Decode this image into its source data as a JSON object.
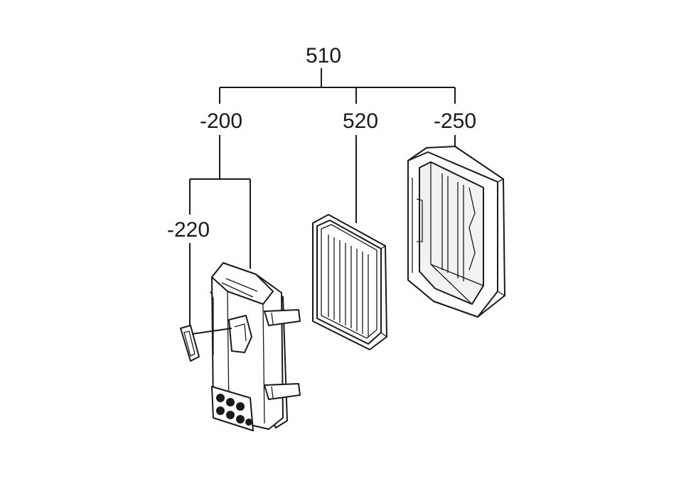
{
  "labels": {
    "assembly": "510",
    "case": "-200",
    "element": "520",
    "cover": "-250",
    "gasket": "-220"
  }
}
